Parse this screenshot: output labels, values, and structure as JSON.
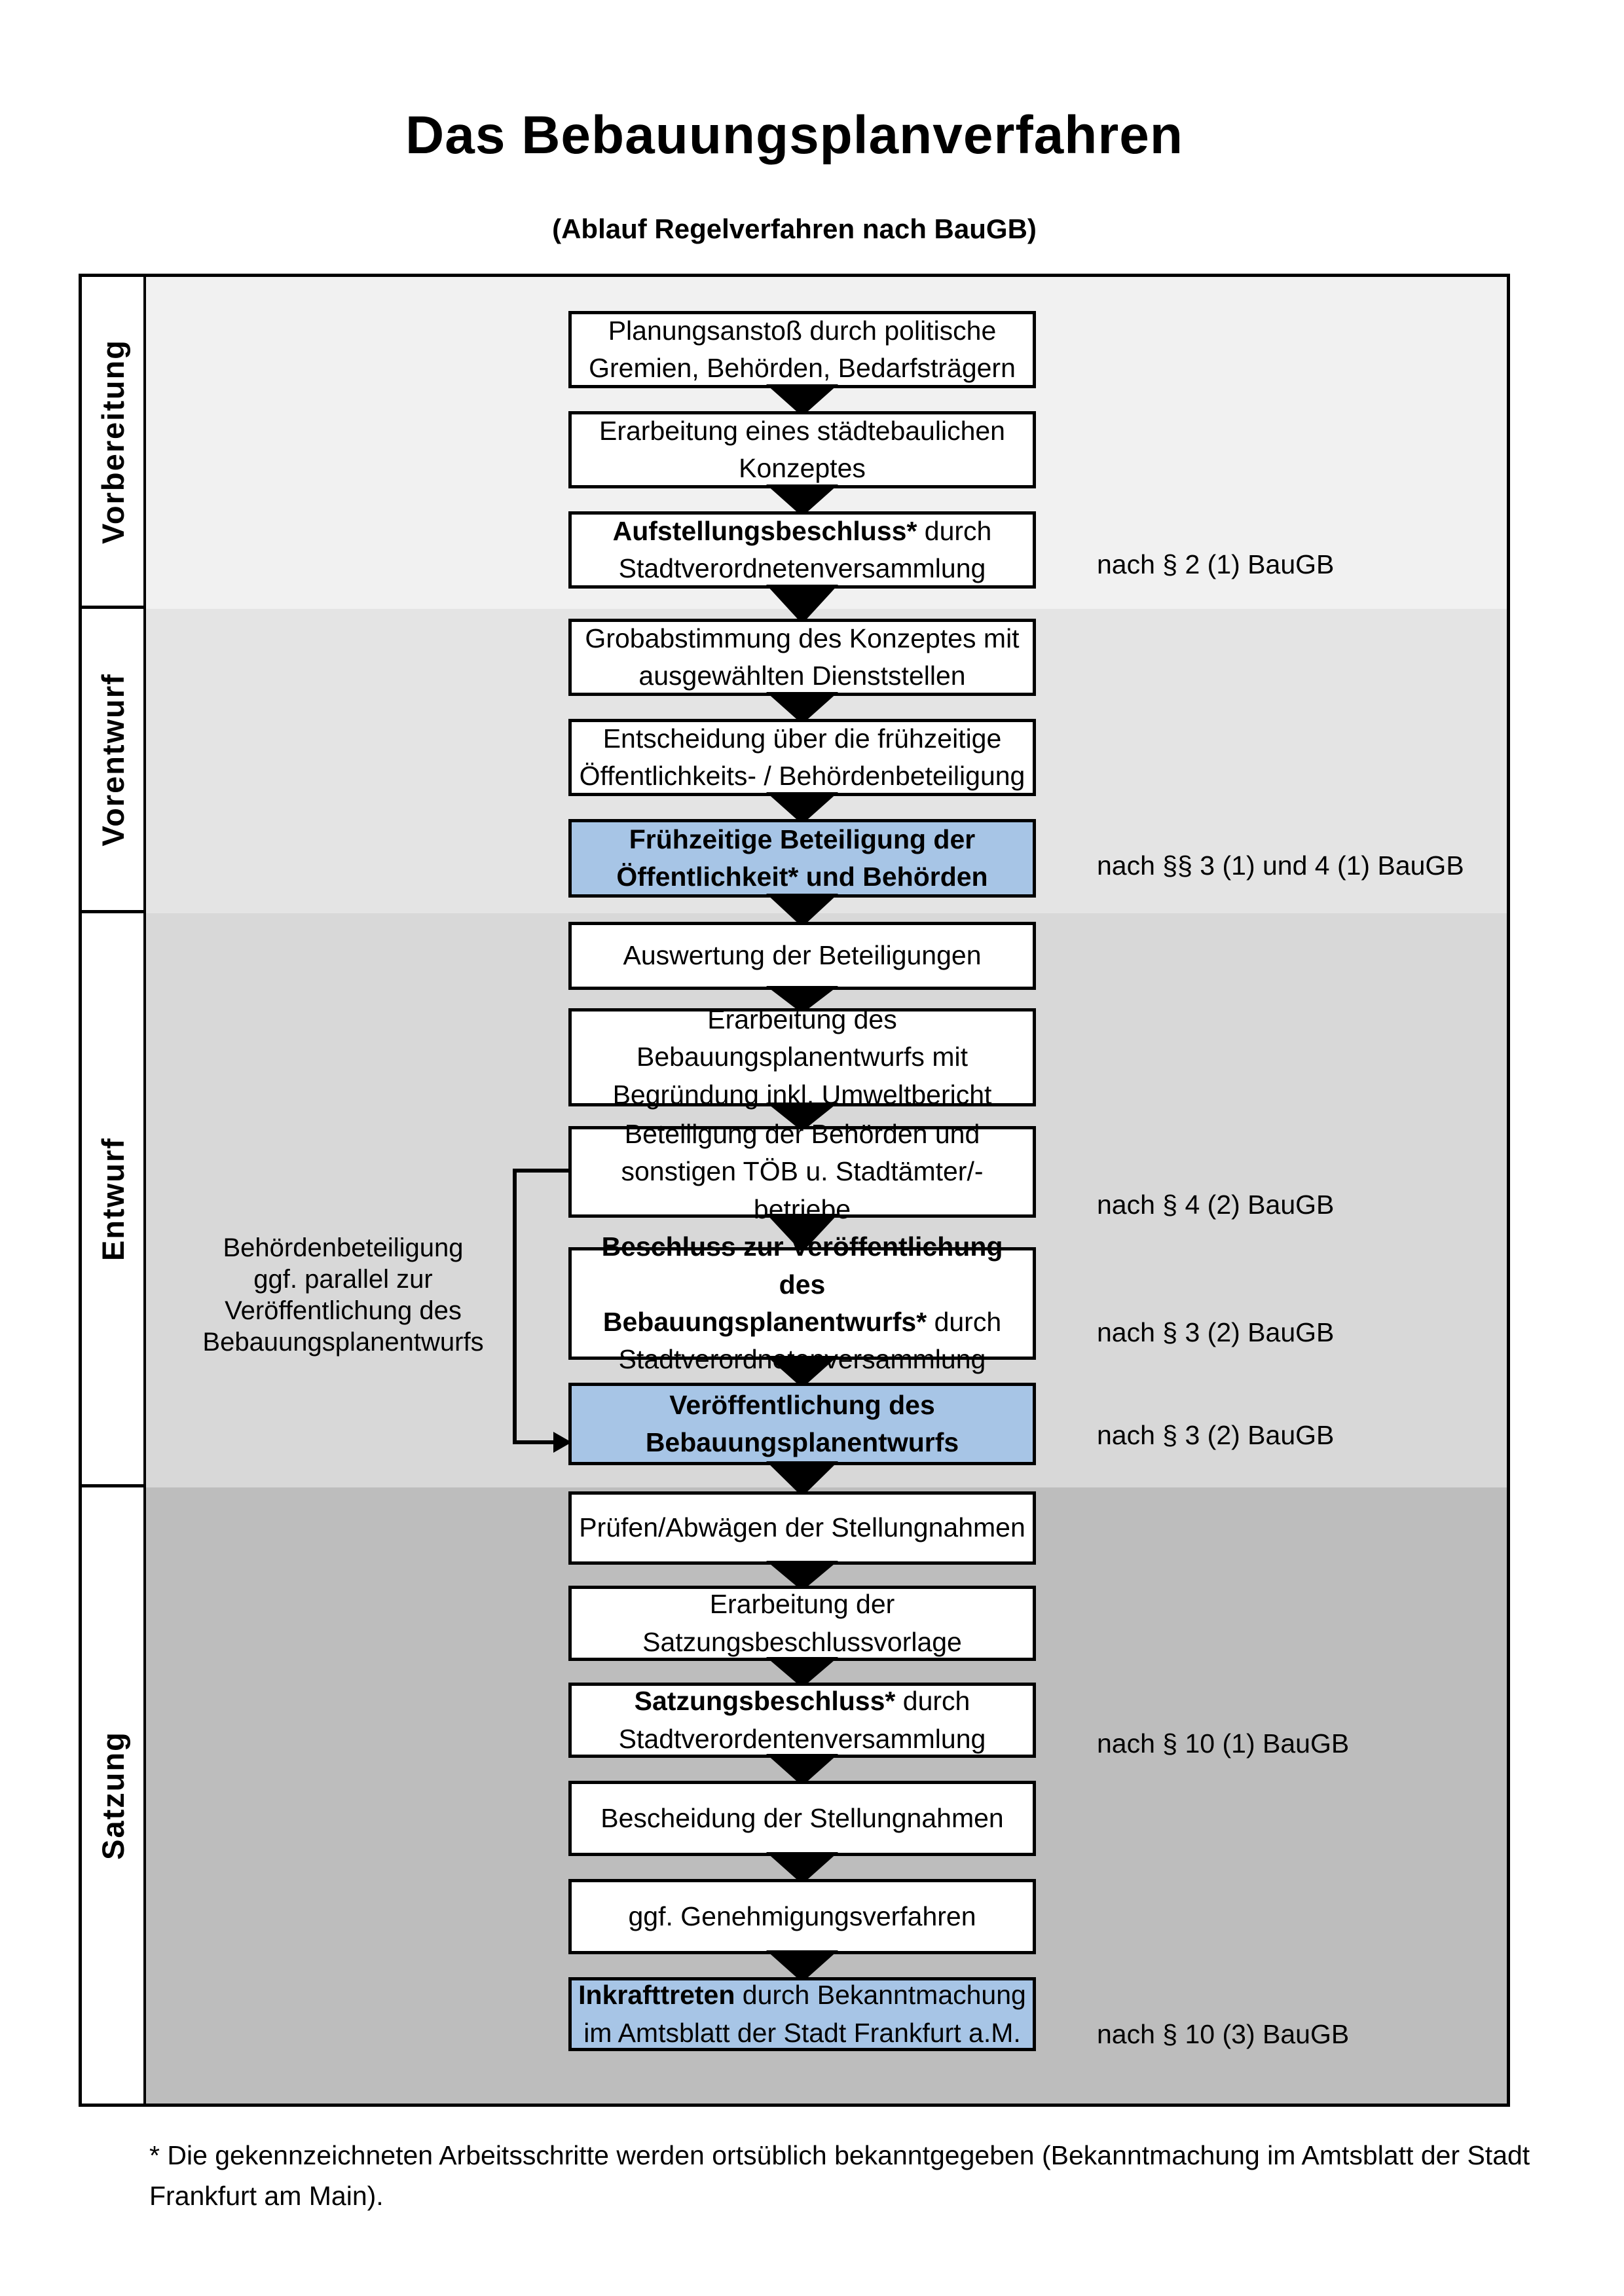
{
  "title": "Das Bebauungsplanverfahren",
  "subtitle": "(Ablauf Regelverfahren nach BauGB)",
  "bands": [
    {
      "label": "Vorbereitung"
    },
    {
      "label": "Vorentwurf"
    },
    {
      "label": "Entwurf"
    },
    {
      "label": "Satzung"
    }
  ],
  "boxes": [
    {
      "bold": "",
      "rest": "Planungsanstoß durch politische\nGremien, Behörden, Bedarfsträgern"
    },
    {
      "bold": "",
      "rest": "Erarbeitung eines städtebaulichen\nKonzeptes"
    },
    {
      "bold": "Aufstellungsbeschluss*",
      "rest": " durch\nStadtverordnetenversammlung"
    },
    {
      "bold": "",
      "rest": "Grobabstimmung des Konzeptes mit\nausgewählten Dienststellen"
    },
    {
      "bold": "",
      "rest": "Entscheidung über die frühzeitige\nÖffentlichkeits- / Behördenbeteiligung"
    },
    {
      "bold": "Frühzeitige Beteiligung der\nÖffentlichkeit* und Behörden",
      "rest": ""
    },
    {
      "bold": "",
      "rest": "Auswertung der Beteiligungen"
    },
    {
      "bold": "",
      "rest": "Erarbeitung des\nBebauungsplanentwurfs mit\nBegründung inkl. Umweltbericht"
    },
    {
      "bold": "",
      "rest": "Beteiligung der Behörden und\nsonstigen TÖB u. Stadtämter/-betriebe"
    },
    {
      "bold": "Beschluss zur Veröffentlichung des\nBebauungsplanentwurfs*",
      "rest": " durch\nStadtverordnetenversammlung"
    },
    {
      "bold": "Veröffentlichung des\nBebauungsplanentwurfs",
      "rest": ""
    },
    {
      "bold": "",
      "rest": "Prüfen/Abwägen der Stellungnahmen"
    },
    {
      "bold": "",
      "rest": "Erarbeitung der\nSatzungsbeschlussvorlage"
    },
    {
      "bold": "Satzungsbeschluss*",
      "rest": " durch\nStadtverordentenversammlung"
    },
    {
      "bold": "",
      "rest": "Bescheidung der Stellungnahmen"
    },
    {
      "bold": "",
      "rest": "ggf. Genehmigungsverfahren"
    },
    {
      "bold": "Inkrafttreten",
      "rest": " durch Bekanntmachung\nim Amtsblatt der Stadt Frankfurt a.M."
    }
  ],
  "refs": [
    {
      "text": "nach § 2 (1) BauGB"
    },
    {
      "text": "nach §§ 3 (1) und 4 (1) BauGB"
    },
    {
      "text": "nach § 4 (2) BauGB"
    },
    {
      "text": "nach § 3 (2) BauGB"
    },
    {
      "text": "nach § 3 (2) BauGB"
    },
    {
      "text": "nach § 10 (1) BauGB"
    },
    {
      "text": "nach § 10 (3) BauGB"
    }
  ],
  "side_note": "Behördenbeteiligung\nggf. parallel zur\nVeröffentlichung des\nBebauungsplanentwurfs",
  "footnote": "* Die gekennzeichneten Arbeitsschritte werden ortsüblich bekanntgegeben (Bekanntmachung im Amtsblatt  der Stadt\nFrankfurt am Main).",
  "colors": {
    "highlight_blue": "#a7c5e6",
    "band_vorbereitung": "#f1f1f1",
    "band_vorentwurf": "#e4e4e4",
    "band_entwurf": "#d8d8d8",
    "band_satzung": "#bdbdbd",
    "line_black": "#000000"
  }
}
